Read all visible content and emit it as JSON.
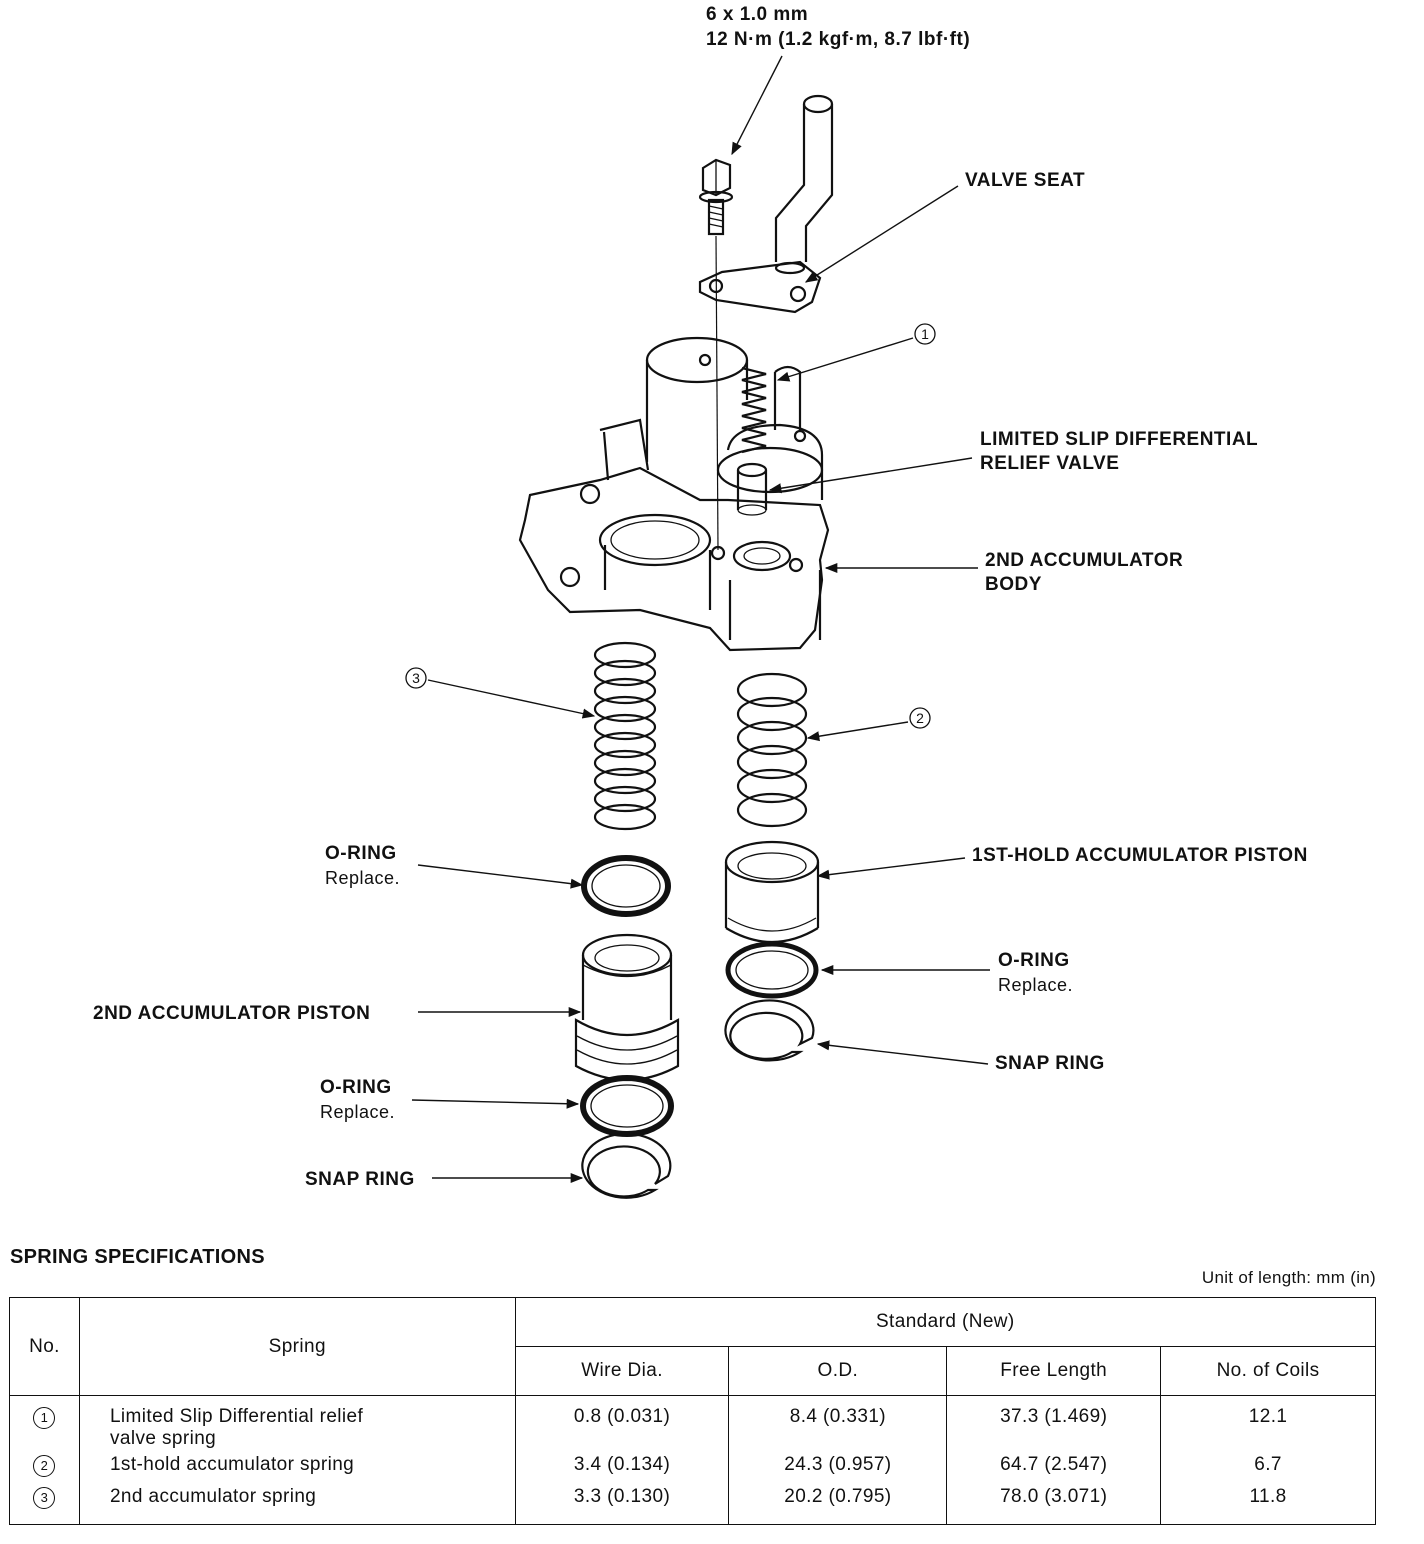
{
  "callouts": {
    "bolt_size": "6 x 1.0 mm",
    "bolt_torque": "12 N·m (1.2 kgf·m, 8.7 lbf·ft)",
    "valve_seat": "VALVE SEAT",
    "relief_valve_line1": "LIMITED SLIP DIFFERENTIAL",
    "relief_valve_line2": "RELIEF VALVE",
    "accumulator_body_line1": "2ND ACCUMULATOR",
    "accumulator_body_line2": "BODY",
    "first_hold_piston": "1ST-HOLD ACCUMULATOR PISTON",
    "oring_right": "O-RING",
    "oring_right_note": "Replace.",
    "snap_ring_right": "SNAP RING",
    "oring_left_top": "O-RING",
    "oring_left_top_note": "Replace.",
    "second_piston": "2ND ACCUMULATOR PISTON",
    "oring_left_bottom": "O-RING",
    "oring_left_bottom_note": "Replace.",
    "snap_ring_left": "SNAP RING",
    "num1": "1",
    "num2": "2",
    "num3": "3"
  },
  "spec": {
    "title": "SPRING SPECIFICATIONS",
    "unit_note": "Unit of length: mm (in)",
    "headers": {
      "no": "No.",
      "spring": "Spring",
      "standard": "Standard (New)",
      "wire_dia": "Wire Dia.",
      "od": "O.D.",
      "free_length": "Free Length",
      "coils": "No. of Coils"
    },
    "rows": [
      {
        "no": "1",
        "spring": "Limited Slip Differential relief",
        "spring_cont": "valve spring",
        "wire_dia": "0.8 (0.031)",
        "od": "8.4 (0.331)",
        "free_length": "37.3 (1.469)",
        "coils": "12.1"
      },
      {
        "no": "2",
        "spring": "1st-hold accumulator spring",
        "wire_dia": "3.4 (0.134)",
        "od": "24.3 (0.957)",
        "free_length": "64.7 (2.547)",
        "coils": "6.7"
      },
      {
        "no": "3",
        "spring": "2nd accumulator spring",
        "wire_dia": "3.3 (0.130)",
        "od": "20.2 (0.795)",
        "free_length": "78.0 (3.071)",
        "coils": "11.8"
      }
    ]
  }
}
